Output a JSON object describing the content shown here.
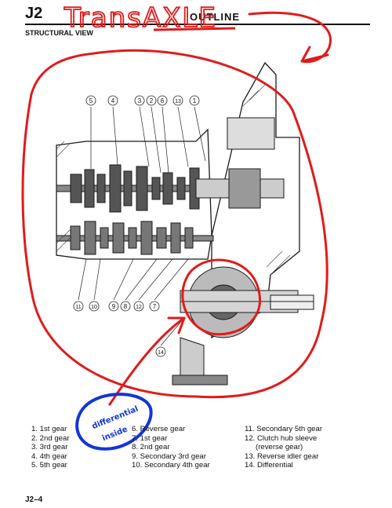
{
  "header": {
    "section_code": "J2",
    "title": "OUTLINE",
    "subtitle": "STRUCTURAL VIEW"
  },
  "annotations": {
    "top_handwriting": "TransAXLE",
    "diff_note_line1": "differential",
    "diff_note_line2": "inside",
    "red_color": "#e01b1b",
    "blue_color": "#1335d6"
  },
  "callouts": {
    "top": [
      "5",
      "4",
      "3",
      "2",
      "6",
      "13",
      "1"
    ],
    "bottom": [
      "11",
      "10",
      "9",
      "8",
      "12",
      "7"
    ],
    "side": "14"
  },
  "legend": {
    "col1": [
      "1. 1st gear",
      "2. 2nd gear",
      "3. 3rd gear",
      "4. 4th gear",
      "5. 5th gear"
    ],
    "col2": [
      "6. Reverse gear",
      "7. 1st gear",
      "8. 2nd gear",
      "9. Secondary 3rd gear",
      "10. Secondary 4th gear"
    ],
    "col3": [
      "11. Secondary 5th gear",
      "12. Clutch hub sleeve",
      "(reverse gear)",
      "13. Reverse idler gear",
      "14. Differential"
    ]
  },
  "footer": {
    "page_number": "J2–4"
  }
}
